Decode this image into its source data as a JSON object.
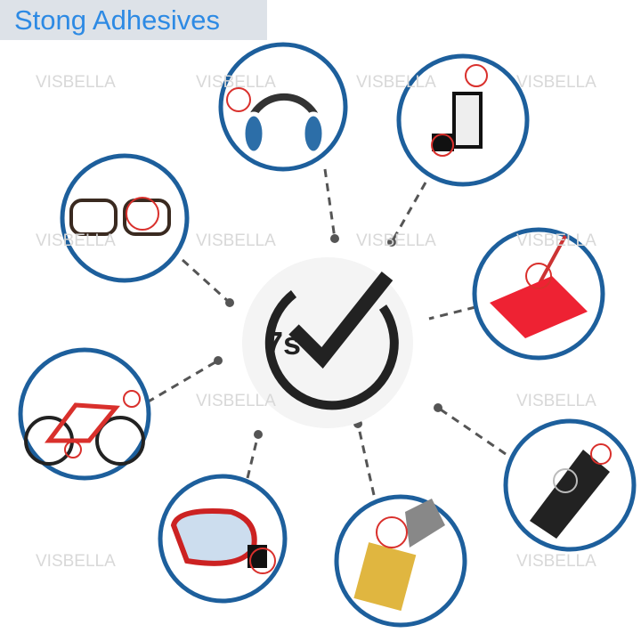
{
  "title": "Stong Adhesives",
  "watermark": "VISBELLA",
  "center": {
    "label": "7s",
    "icon": "stopwatch-checkmark-icon"
  },
  "colors": {
    "title_text": "#2d8ae4",
    "title_bg": "#dde2e8",
    "ring": "#1d5f9c",
    "highlight": "#d9302c"
  },
  "items": [
    "headphones",
    "lamp",
    "glasses",
    "mop",
    "bicycle",
    "car-key",
    "car-mirror",
    "card"
  ]
}
